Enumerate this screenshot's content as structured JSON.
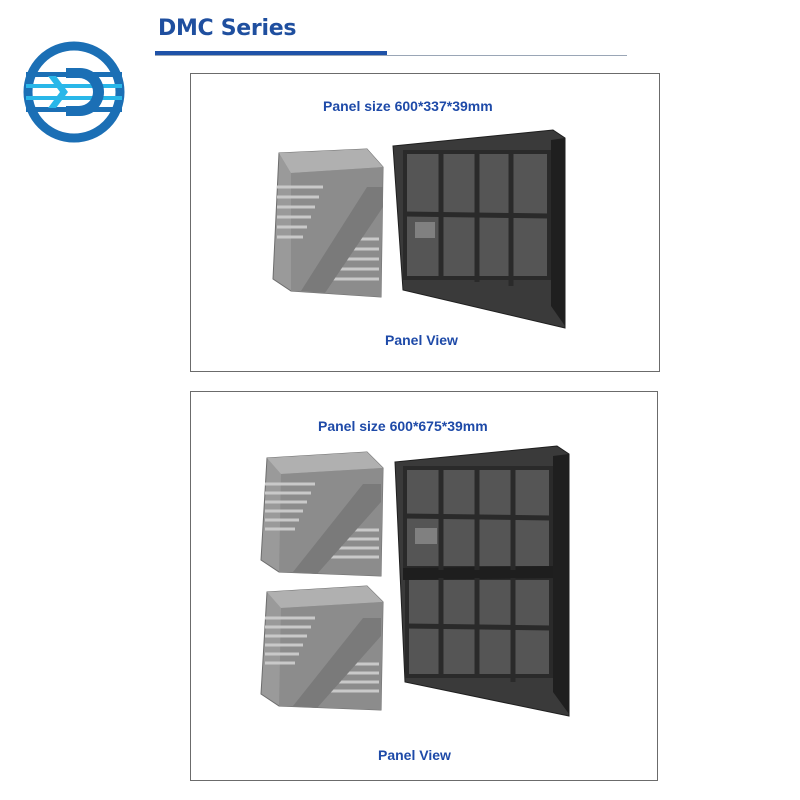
{
  "page": {
    "series_title": "DMC Series"
  },
  "panels": [
    {
      "size_label": "Panel size 600*337*39mm",
      "view_label": "Panel View"
    },
    {
      "size_label": "Panel size 600*675*39mm",
      "view_label": "Panel View"
    }
  ],
  "colors": {
    "title_blue": "#1f4f9f",
    "caption_blue": "#1e4aa8",
    "logo_blue": "#1b6fb5",
    "logo_cyan": "#29b7e9",
    "cover_gray": "#9a9a9a",
    "frame_dark": "#2e2e2e"
  },
  "icons": {
    "logo": "company-logo-icon"
  }
}
